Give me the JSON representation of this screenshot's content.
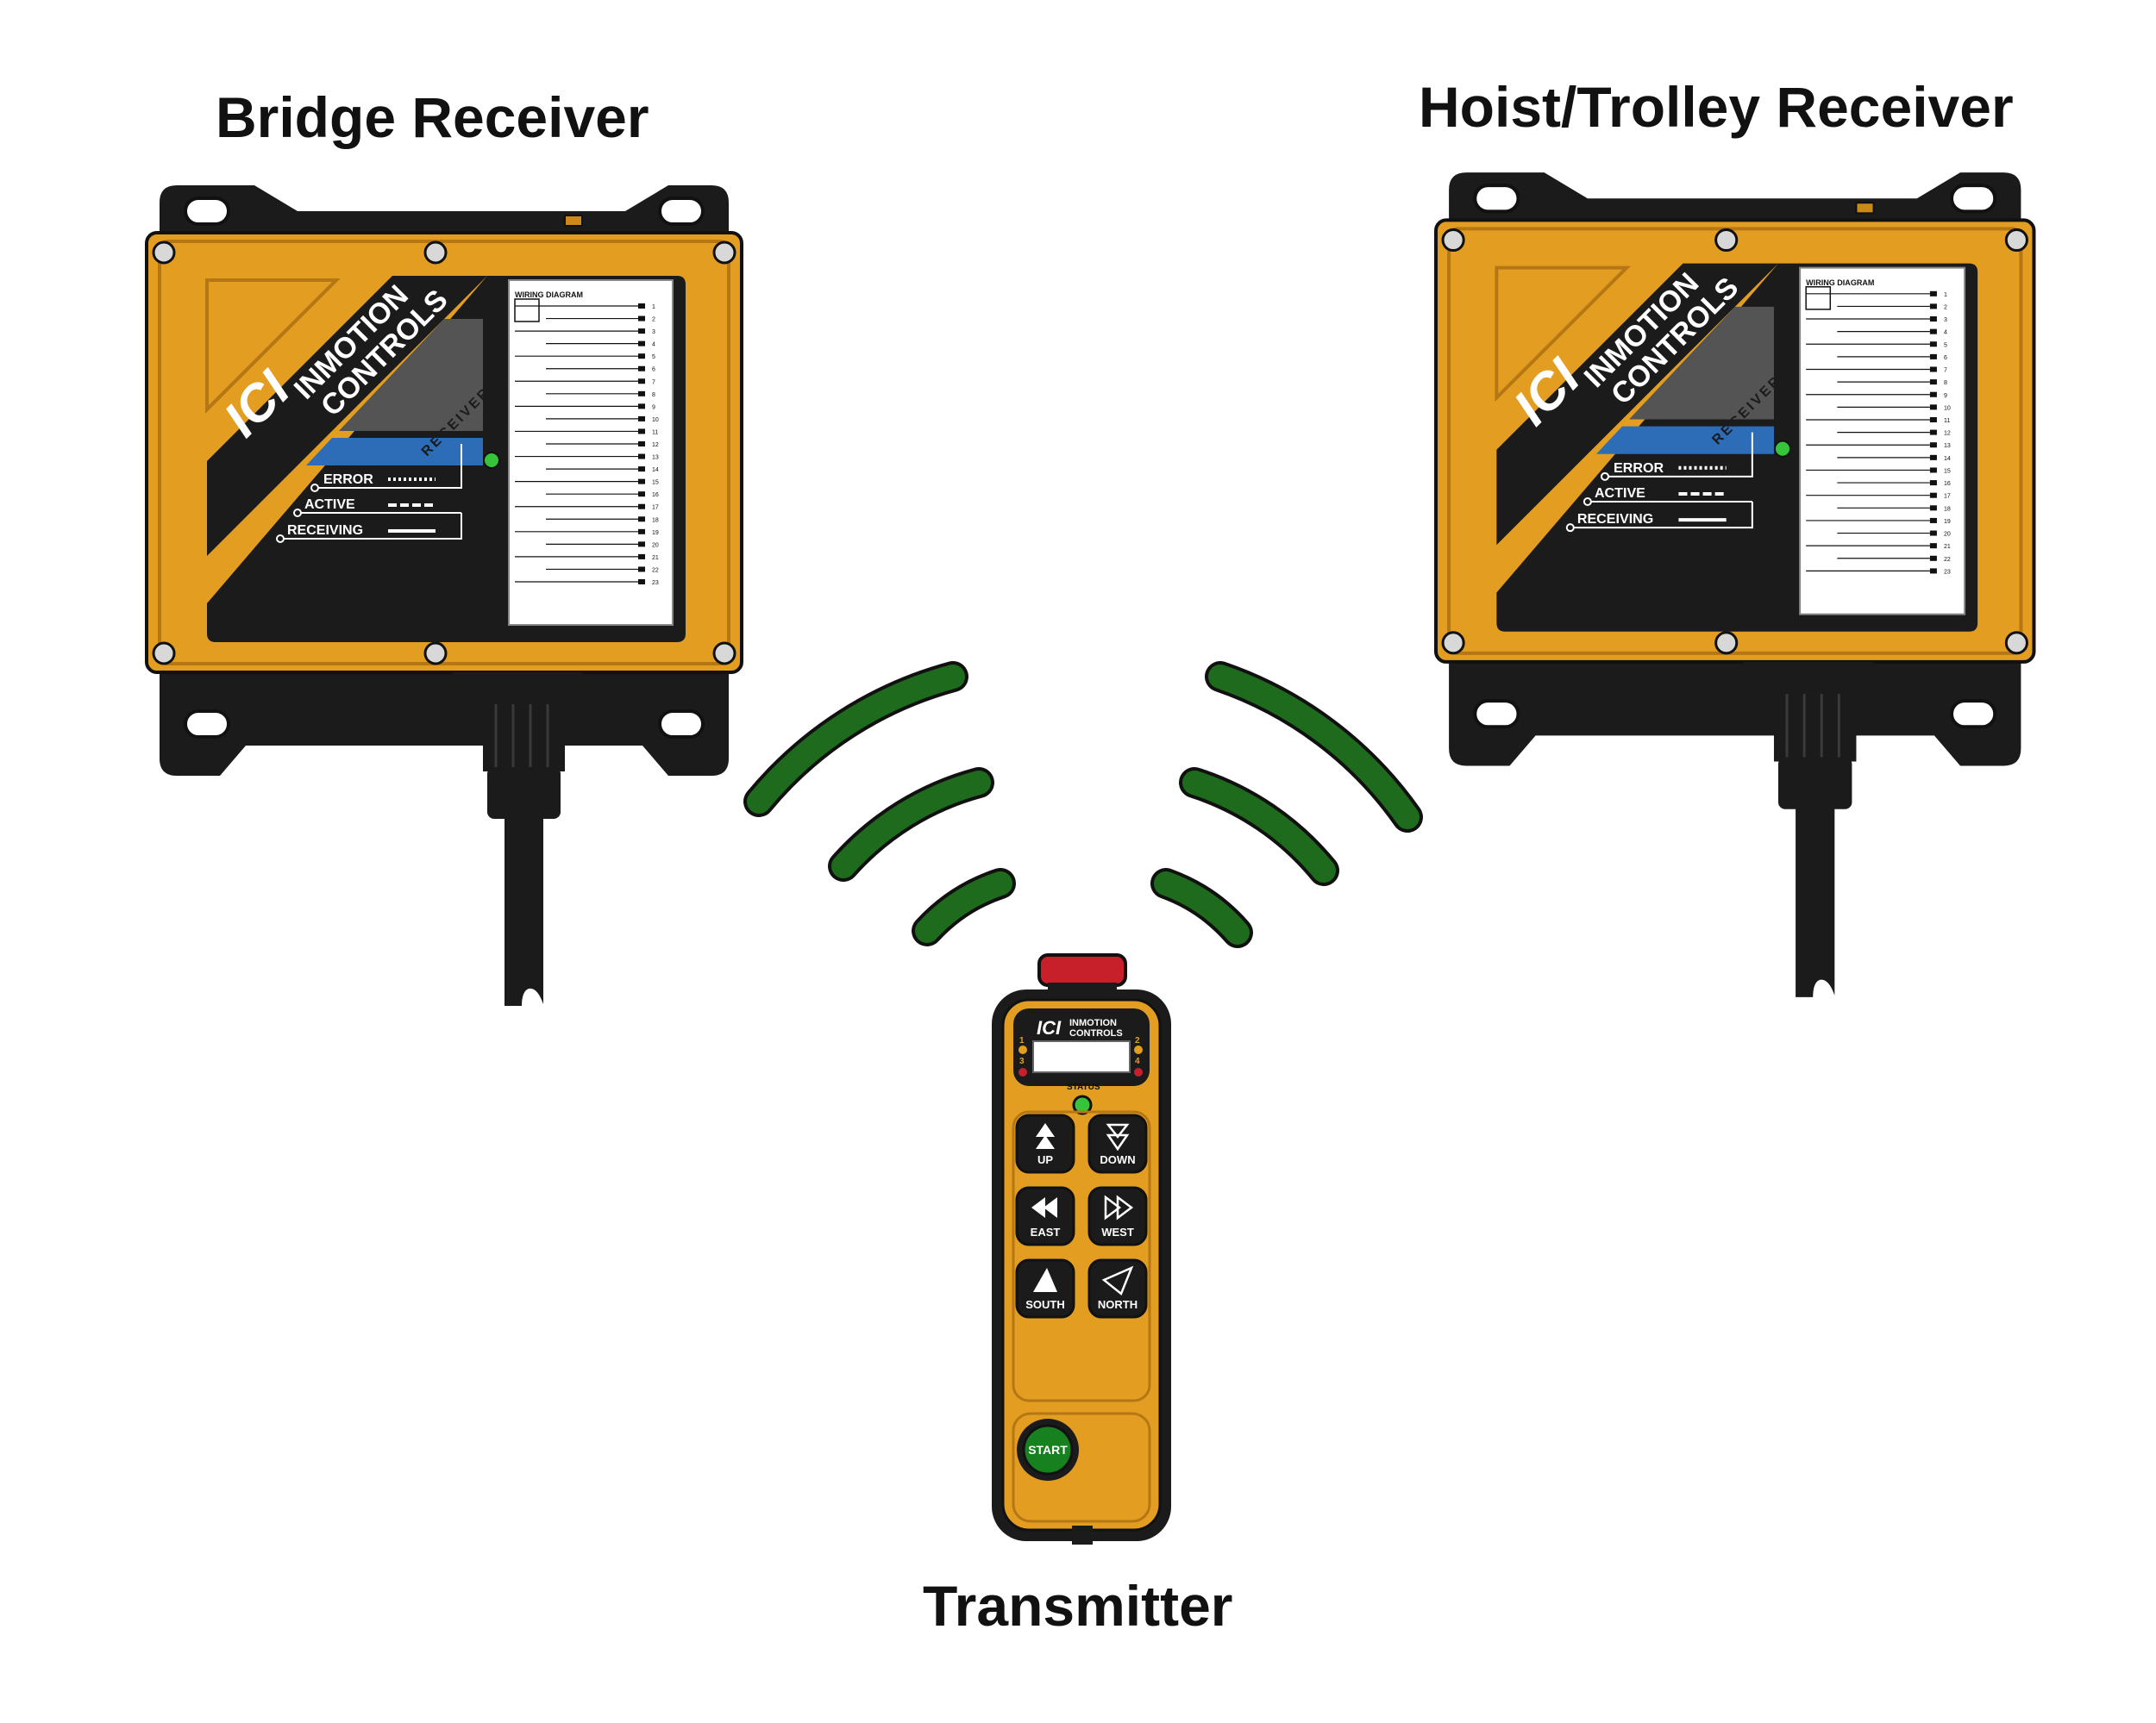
{
  "titles": {
    "bridge": "Bridge Receiver",
    "hoist": "Hoist/Trolley Receiver",
    "transmitter": "Transmitter"
  },
  "brand": {
    "line1": "INMOTION",
    "line2": "CONTROLS",
    "logo": "ICI",
    "receiver_tag": "RECEIVER"
  },
  "receiver_panel": {
    "wiring_title": "WIRING DIAGRAM",
    "terminals": [
      "1",
      "2",
      "3",
      "4",
      "5",
      "6",
      "7",
      "8",
      "9",
      "10",
      "11",
      "12",
      "13",
      "14",
      "15",
      "16",
      "17",
      "18",
      "19",
      "20",
      "21",
      "22",
      "23"
    ],
    "indicators": [
      {
        "label": "ERROR"
      },
      {
        "label": "ACTIVE"
      },
      {
        "label": "RECEIVING"
      }
    ]
  },
  "transmitter": {
    "status_label": "STATUS",
    "slot_numbers": [
      "1",
      "2",
      "3",
      "4"
    ],
    "start_label": "START",
    "buttons": [
      {
        "label": "UP"
      },
      {
        "label": "DOWN"
      },
      {
        "label": "EAST"
      },
      {
        "label": "WEST"
      },
      {
        "label": "SOUTH"
      },
      {
        "label": "NORTH"
      }
    ]
  },
  "colors": {
    "housing_yellow": "#E39E22",
    "panel_black": "#1B1B1B",
    "signal_green": "#1E6B1E",
    "led_green": "#35C43A",
    "receiver_blue": "#2D6DB8",
    "estop_red": "#C8202A",
    "start_green": "#17801F"
  }
}
